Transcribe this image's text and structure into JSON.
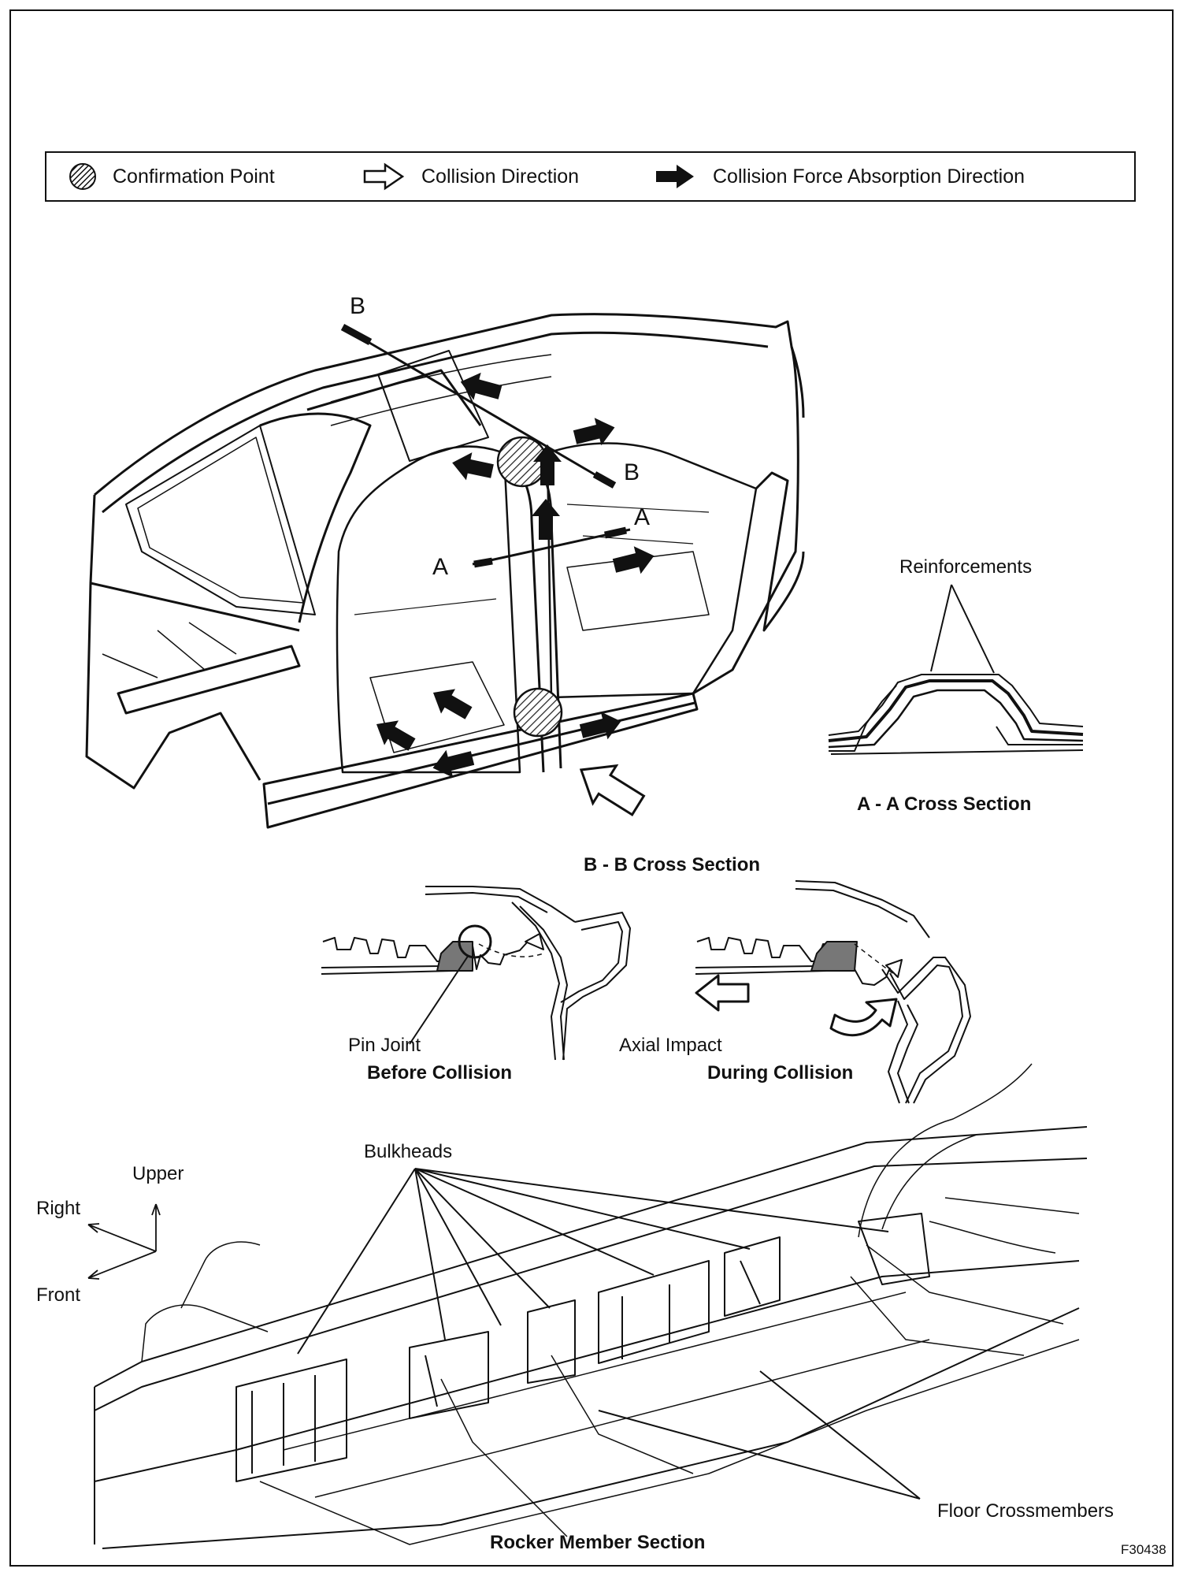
{
  "legend": {
    "items": [
      {
        "label": "Confirmation Point",
        "icon": "hatched-circle-icon"
      },
      {
        "label": "Collision Direction",
        "icon": "outline-arrow-icon"
      },
      {
        "label": "Collision Force Absorption Direction",
        "icon": "solid-arrow-icon"
      }
    ]
  },
  "body_view": {
    "section_markers": [
      "B",
      "B",
      "A",
      "A"
    ]
  },
  "aa_section": {
    "callout": "Reinforcements",
    "title": "A - A Cross Section"
  },
  "bb_section": {
    "title": "B - B Cross Section",
    "pin_joint": "Pin Joint",
    "axial_impact": "Axial Impact",
    "before": "Before Collision",
    "during": "During Collision"
  },
  "rocker": {
    "bulkheads": "Bulkheads",
    "floor_crossmembers": "Floor Crossmembers",
    "title": "Rocker Member Section",
    "axes": {
      "upper": "Upper",
      "right": "Right",
      "front": "Front"
    }
  },
  "figure_id": "F30438"
}
